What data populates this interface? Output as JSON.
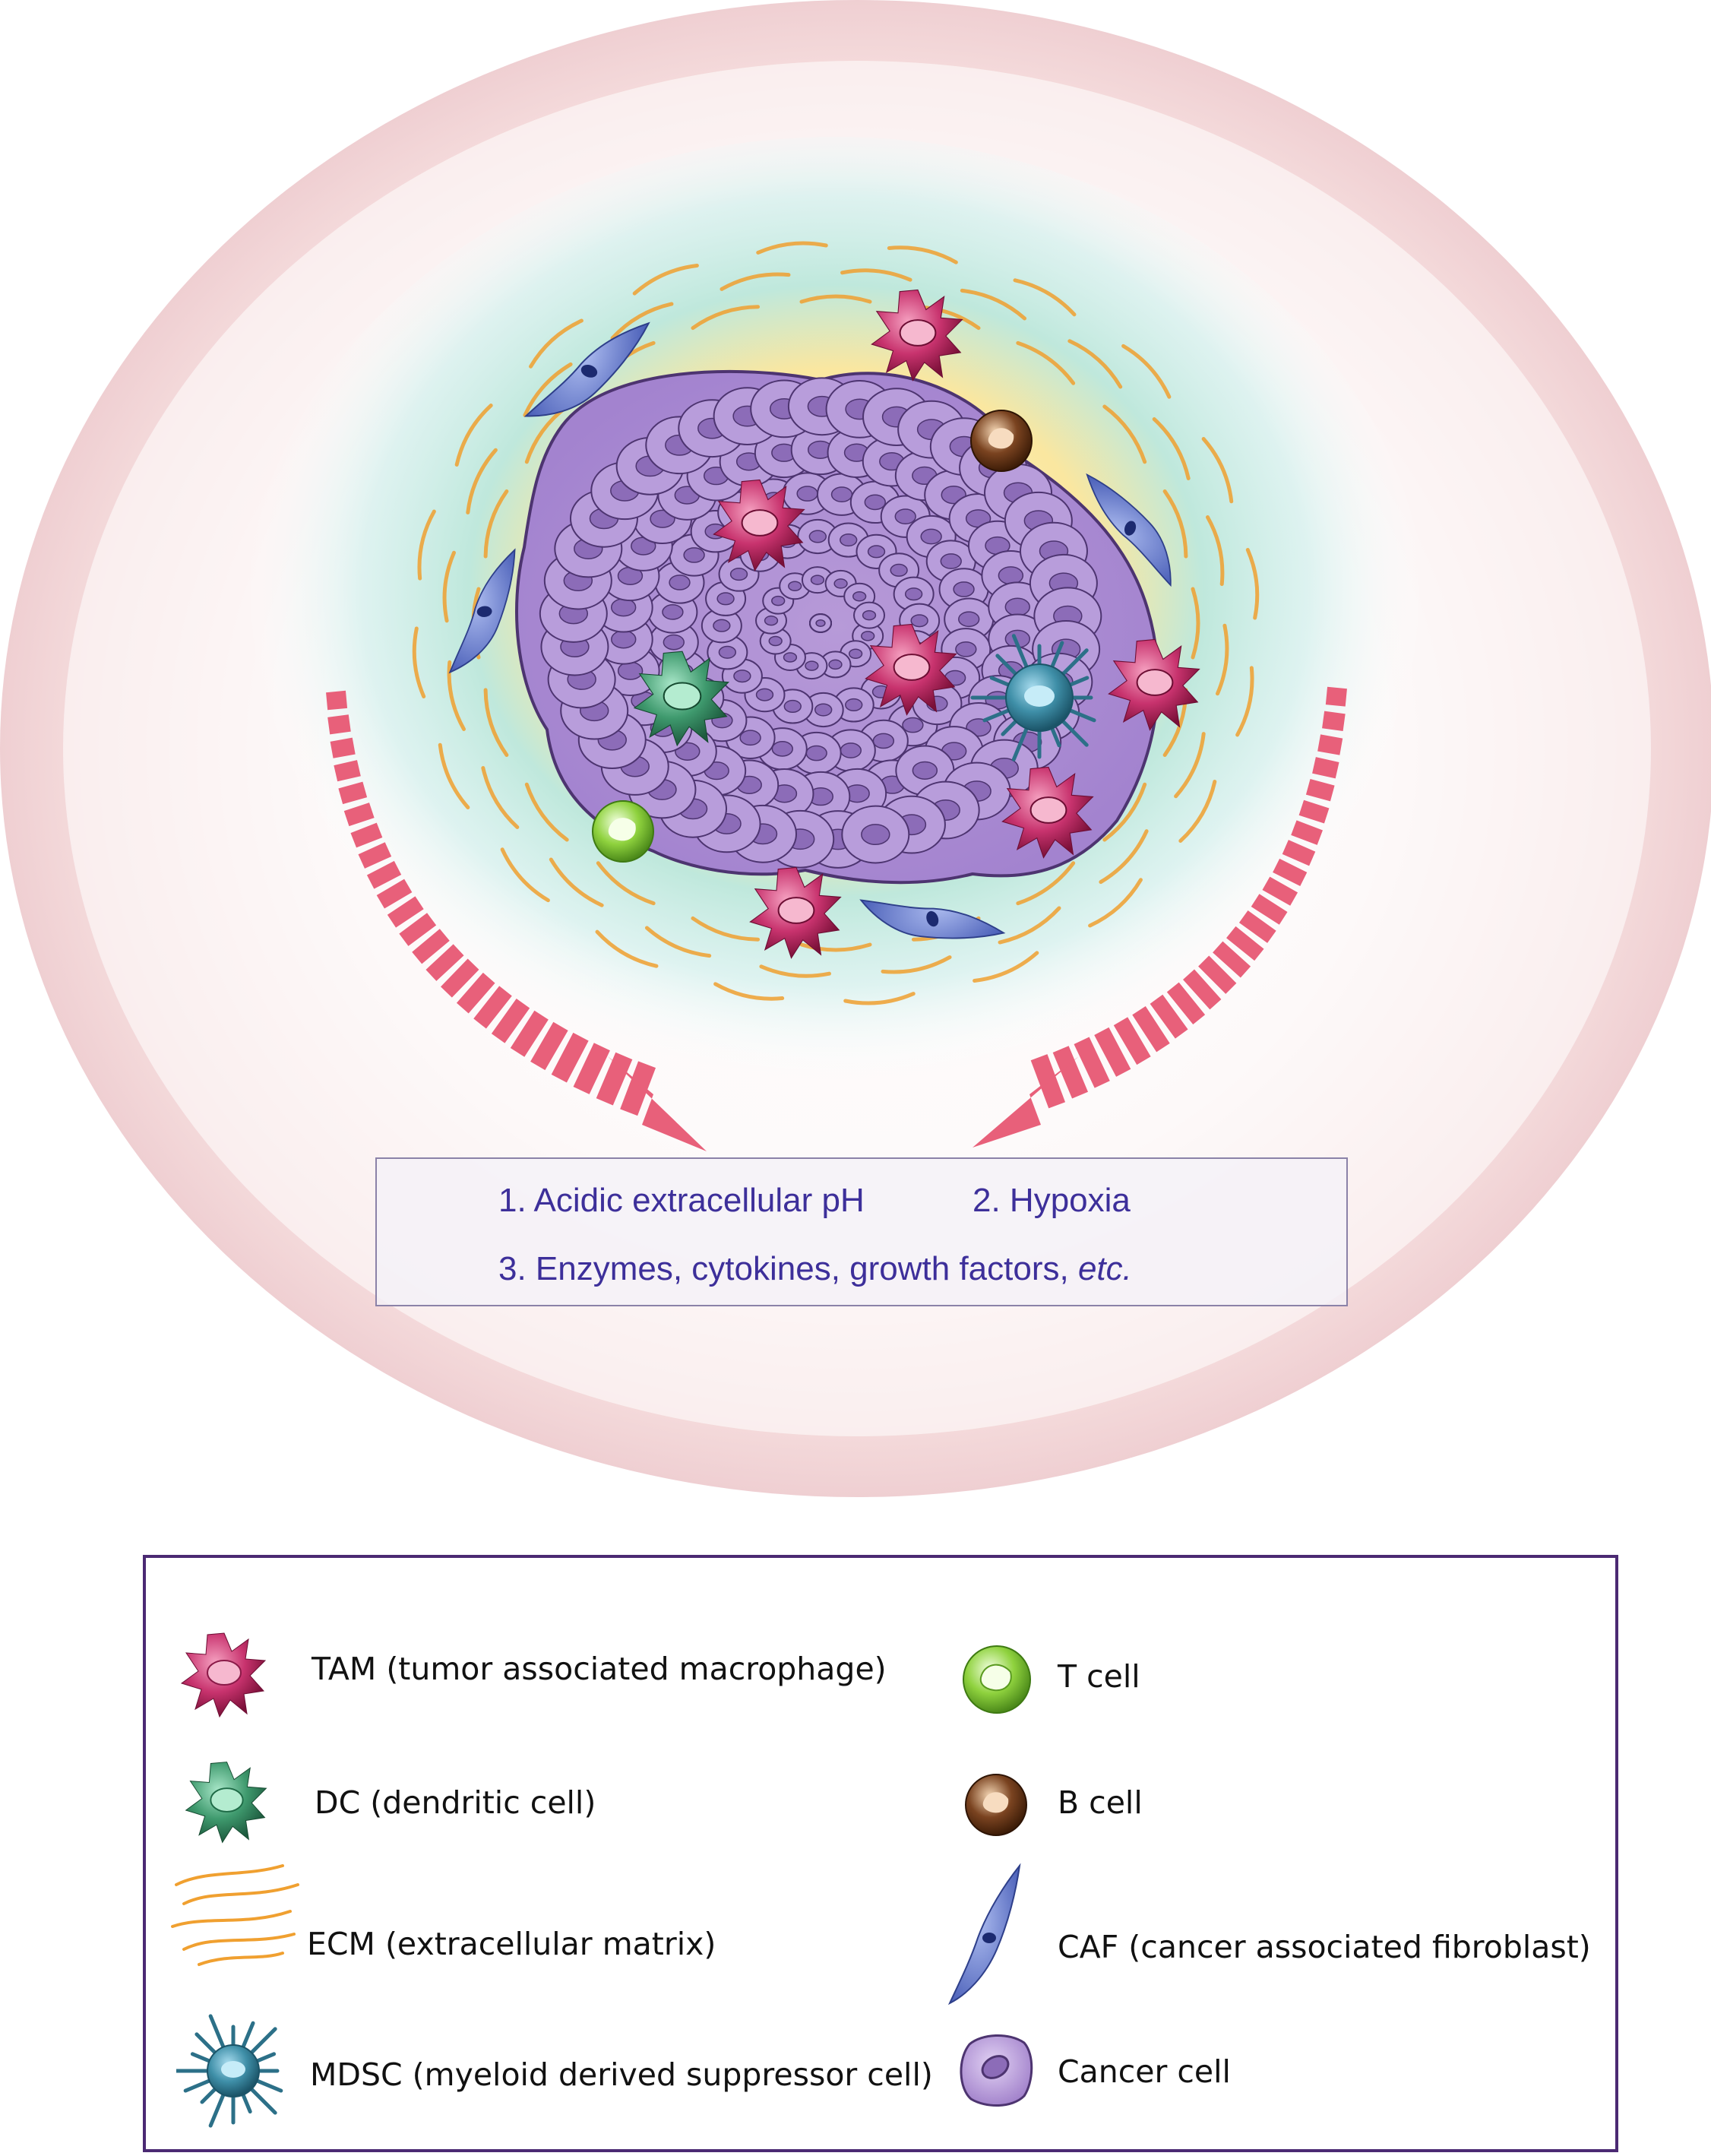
{
  "factors": {
    "line1_item1": "1. Acidic extracellular pH",
    "line1_item2": "2. Hypoxia",
    "line2_main": "3. Enzymes, cytokines, growth factors, ",
    "line2_italic": "etc."
  },
  "legend": {
    "tam": "TAM (tumor associated macrophage)",
    "dc": "DC (dendritic cell)",
    "ecm": "ECM (extracellular matrix)",
    "mdsc": "MDSC (myeloid derived suppressor cell)",
    "tcell": "T cell",
    "bcell": "B cell",
    "caf": "CAF (cancer associated fibroblast)",
    "cancer": "Cancer cell"
  },
  "colors": {
    "tam": "#c8336e",
    "dc": "#3f9a6e",
    "mdsc": "#3f8fa8",
    "tcell": "#8fd23e",
    "bcell": "#7a4320",
    "caf": "#5a6fc4",
    "cancer": "#a88ad2",
    "ecm": "#f0a030",
    "arrow": "#e8607a",
    "text": "#3d2f9a",
    "legend_border": "#4b2a73"
  },
  "icons": [
    "tam-icon",
    "dc-icon",
    "ecm-icon",
    "mdsc-icon",
    "t-cell-icon",
    "b-cell-icon",
    "caf-icon",
    "cancer-cell-icon"
  ]
}
